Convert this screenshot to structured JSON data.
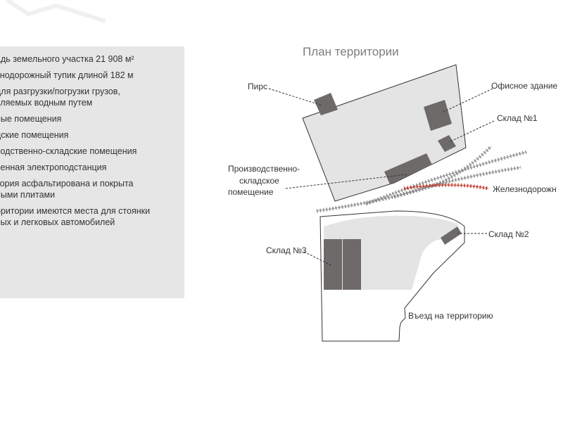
{
  "info_list": [
    "адь земельного участка 21 908 м²",
    "знодорожный тупик длиной 182 м",
    "для разгрузки/погрузки грузов,\nвляемых водным путем",
    "ные помещения",
    "дские помещения",
    "водственно-складские помещения",
    "венная электроподстанция",
    "тория асфальтирована и покрыта\nными плитами",
    "рритории имеются места для стоянки\nвых и легковых автомобилей"
  ],
  "plan": {
    "title": "План территории",
    "labels": {
      "pier": "Пирс",
      "office": "Офисное здание",
      "warehouse1": "Склад №1",
      "production_line1": "Производственно-",
      "production_line2": "складское",
      "production_line3": "помещение",
      "railway": "Железнодорожн",
      "warehouse2": "Склад №2",
      "warehouse3": "Склад №3",
      "entrance": "Въезд на территорию"
    }
  },
  "colors": {
    "panel_bg": "#e6e6e7",
    "territory_fill": "#e4e4e5",
    "building_fill": "#6e6a69",
    "rail_gray": "#8a8a8a",
    "rail_red": "#c0392b"
  }
}
